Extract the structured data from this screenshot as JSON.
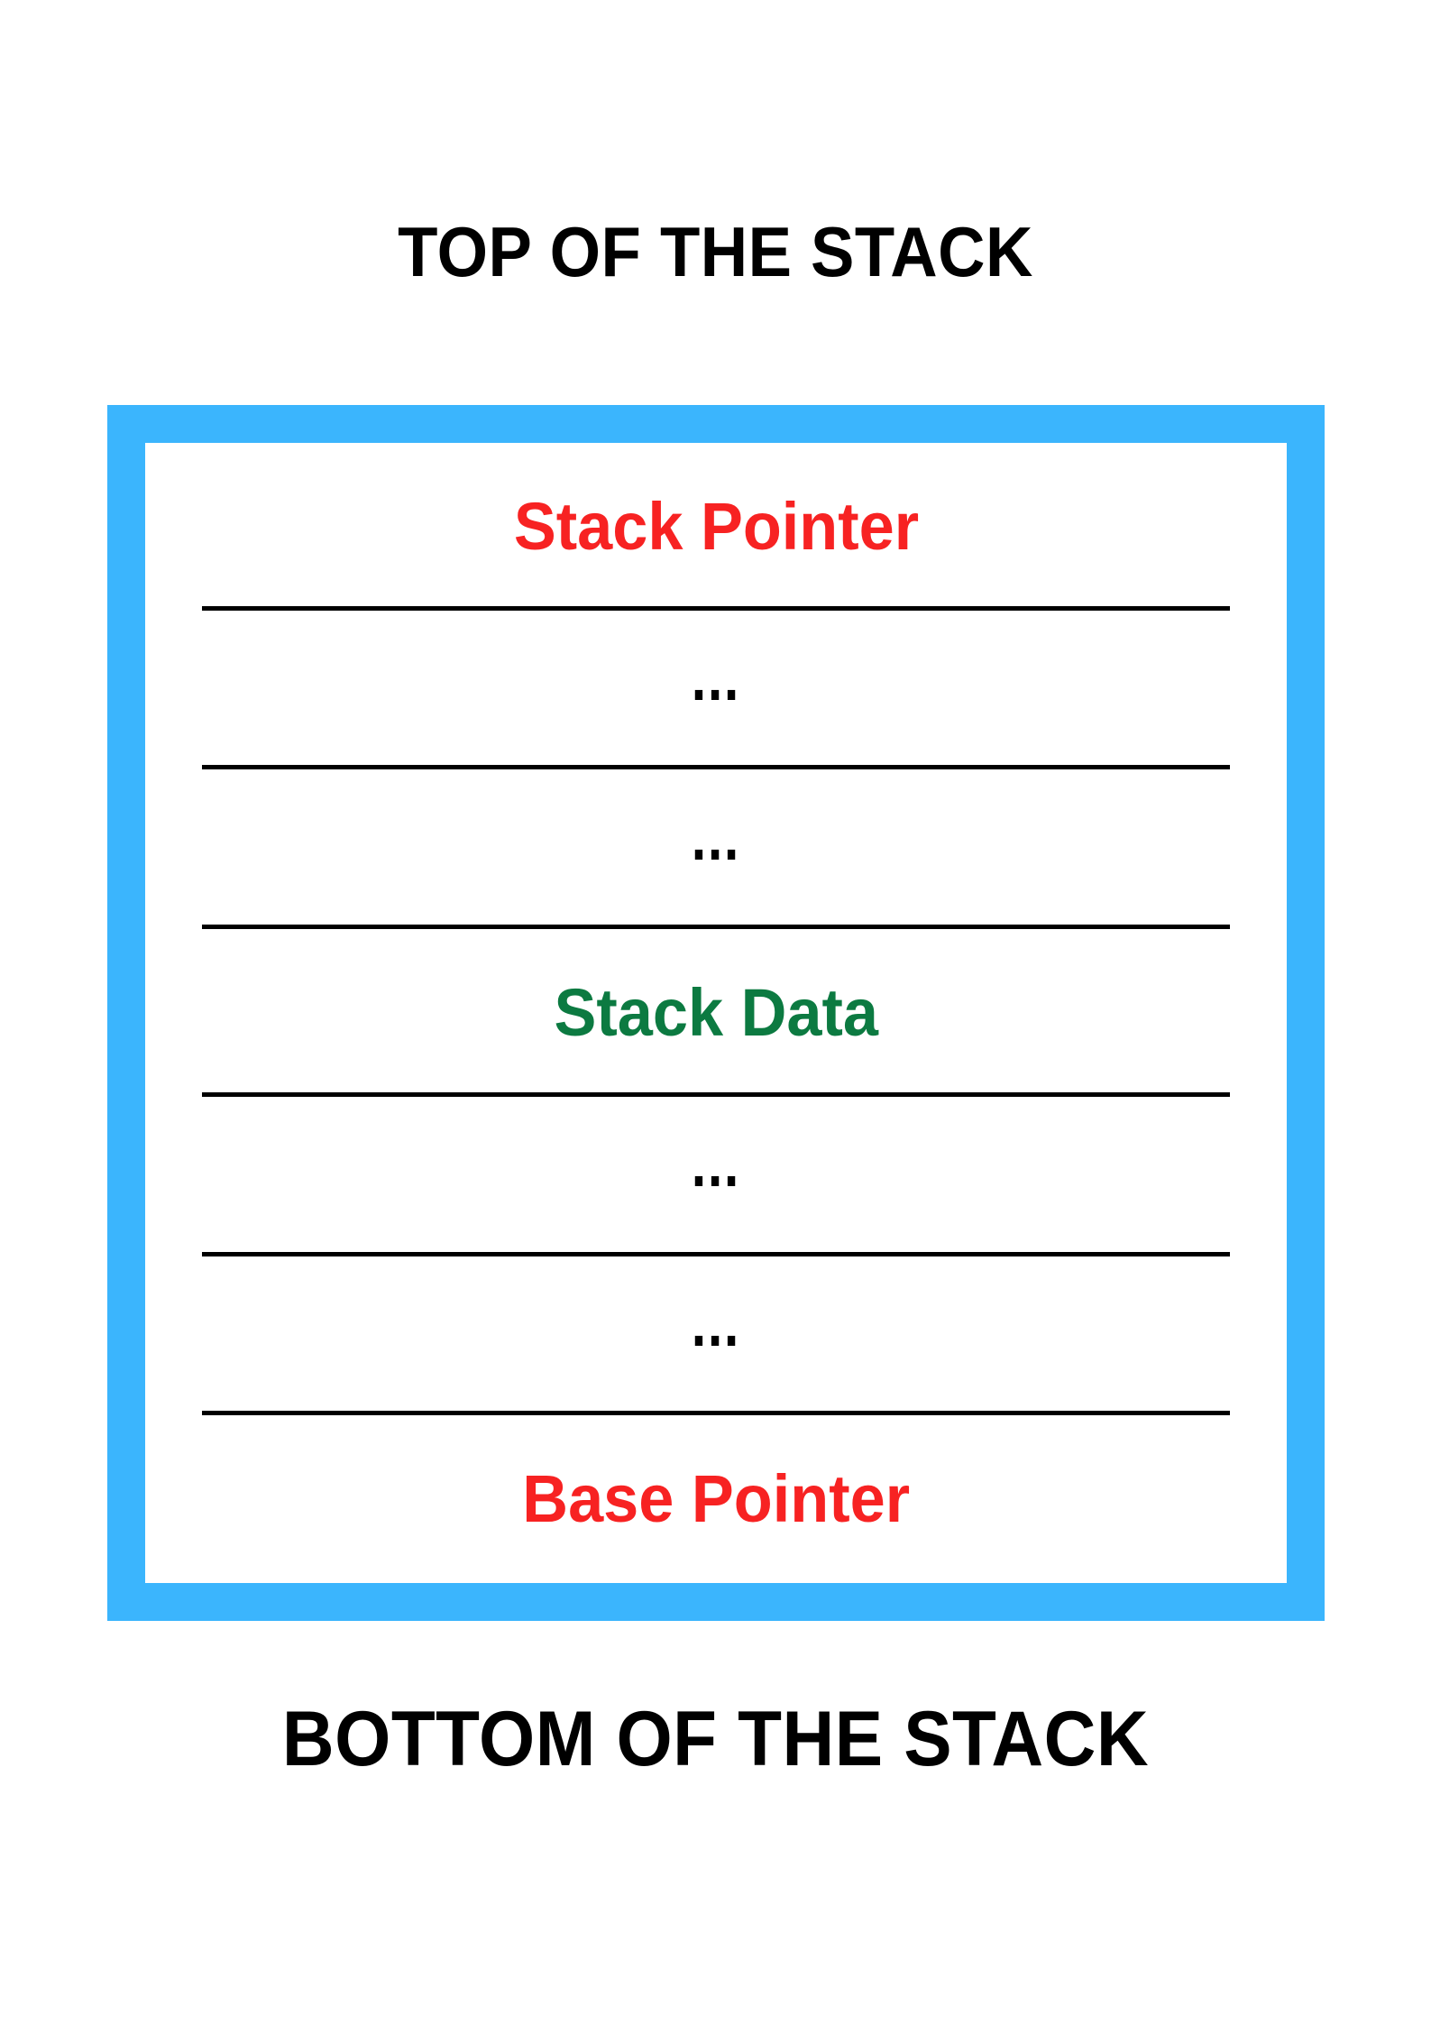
{
  "diagram": {
    "title_top": "TOP OF THE STACK",
    "title_bottom": "BOTTOM OF THE STACK",
    "frame_border_color": "#3bb5fd",
    "frame_fill_color": "#ffffff",
    "divider_color": "#000000",
    "rows": [
      {
        "label": "Stack Pointer",
        "color": "#f72222",
        "kind": "pointer",
        "divider_below": true
      },
      {
        "label": "...",
        "color": "#000000",
        "kind": "ellipsis",
        "divider_below": true
      },
      {
        "label": "...",
        "color": "#000000",
        "kind": "ellipsis",
        "divider_below": true
      },
      {
        "label": "Stack Data",
        "color": "#0c7a41",
        "kind": "data",
        "divider_below": true
      },
      {
        "label": "...",
        "color": "#000000",
        "kind": "ellipsis",
        "divider_below": true
      },
      {
        "label": "...",
        "color": "#000000",
        "kind": "ellipsis",
        "divider_below": true
      },
      {
        "label": "Base Pointer",
        "color": "#f72222",
        "kind": "pointer",
        "divider_below": false
      }
    ]
  }
}
